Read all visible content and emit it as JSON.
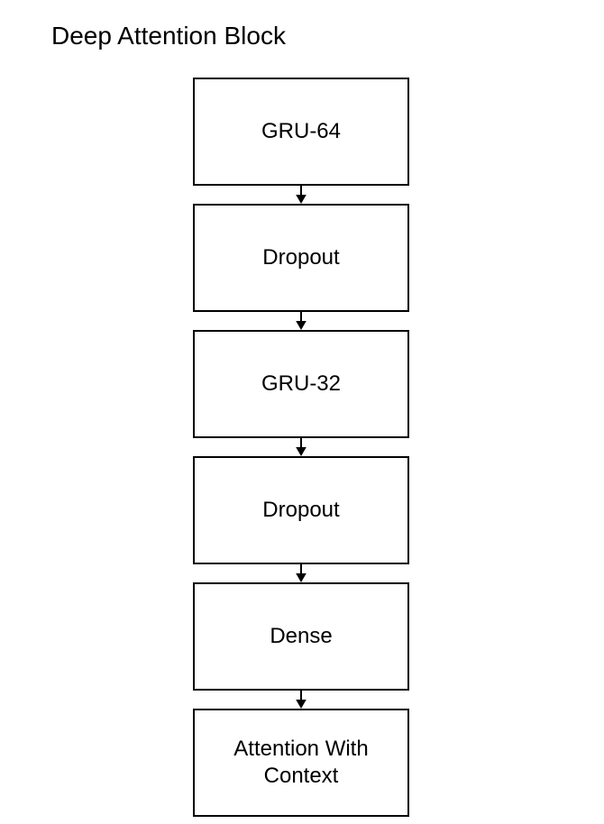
{
  "title": "Deep Attention Block",
  "diagram": {
    "type": "flowchart",
    "direction": "top-to-bottom",
    "nodes": [
      {
        "label": "GRU-64"
      },
      {
        "label": "Dropout"
      },
      {
        "label": "GRU-32"
      },
      {
        "label": "Dropout"
      },
      {
        "label": "Dense"
      },
      {
        "label": "Attention With Context"
      }
    ],
    "edges": [
      {
        "from": 0,
        "to": 1
      },
      {
        "from": 1,
        "to": 2
      },
      {
        "from": 2,
        "to": 3
      },
      {
        "from": 3,
        "to": 4
      },
      {
        "from": 4,
        "to": 5
      }
    ]
  },
  "colors": {
    "background": "#ffffff",
    "node_fill": "#ffffff",
    "node_border": "#000000",
    "text": "#000000",
    "arrow": "#000000"
  }
}
